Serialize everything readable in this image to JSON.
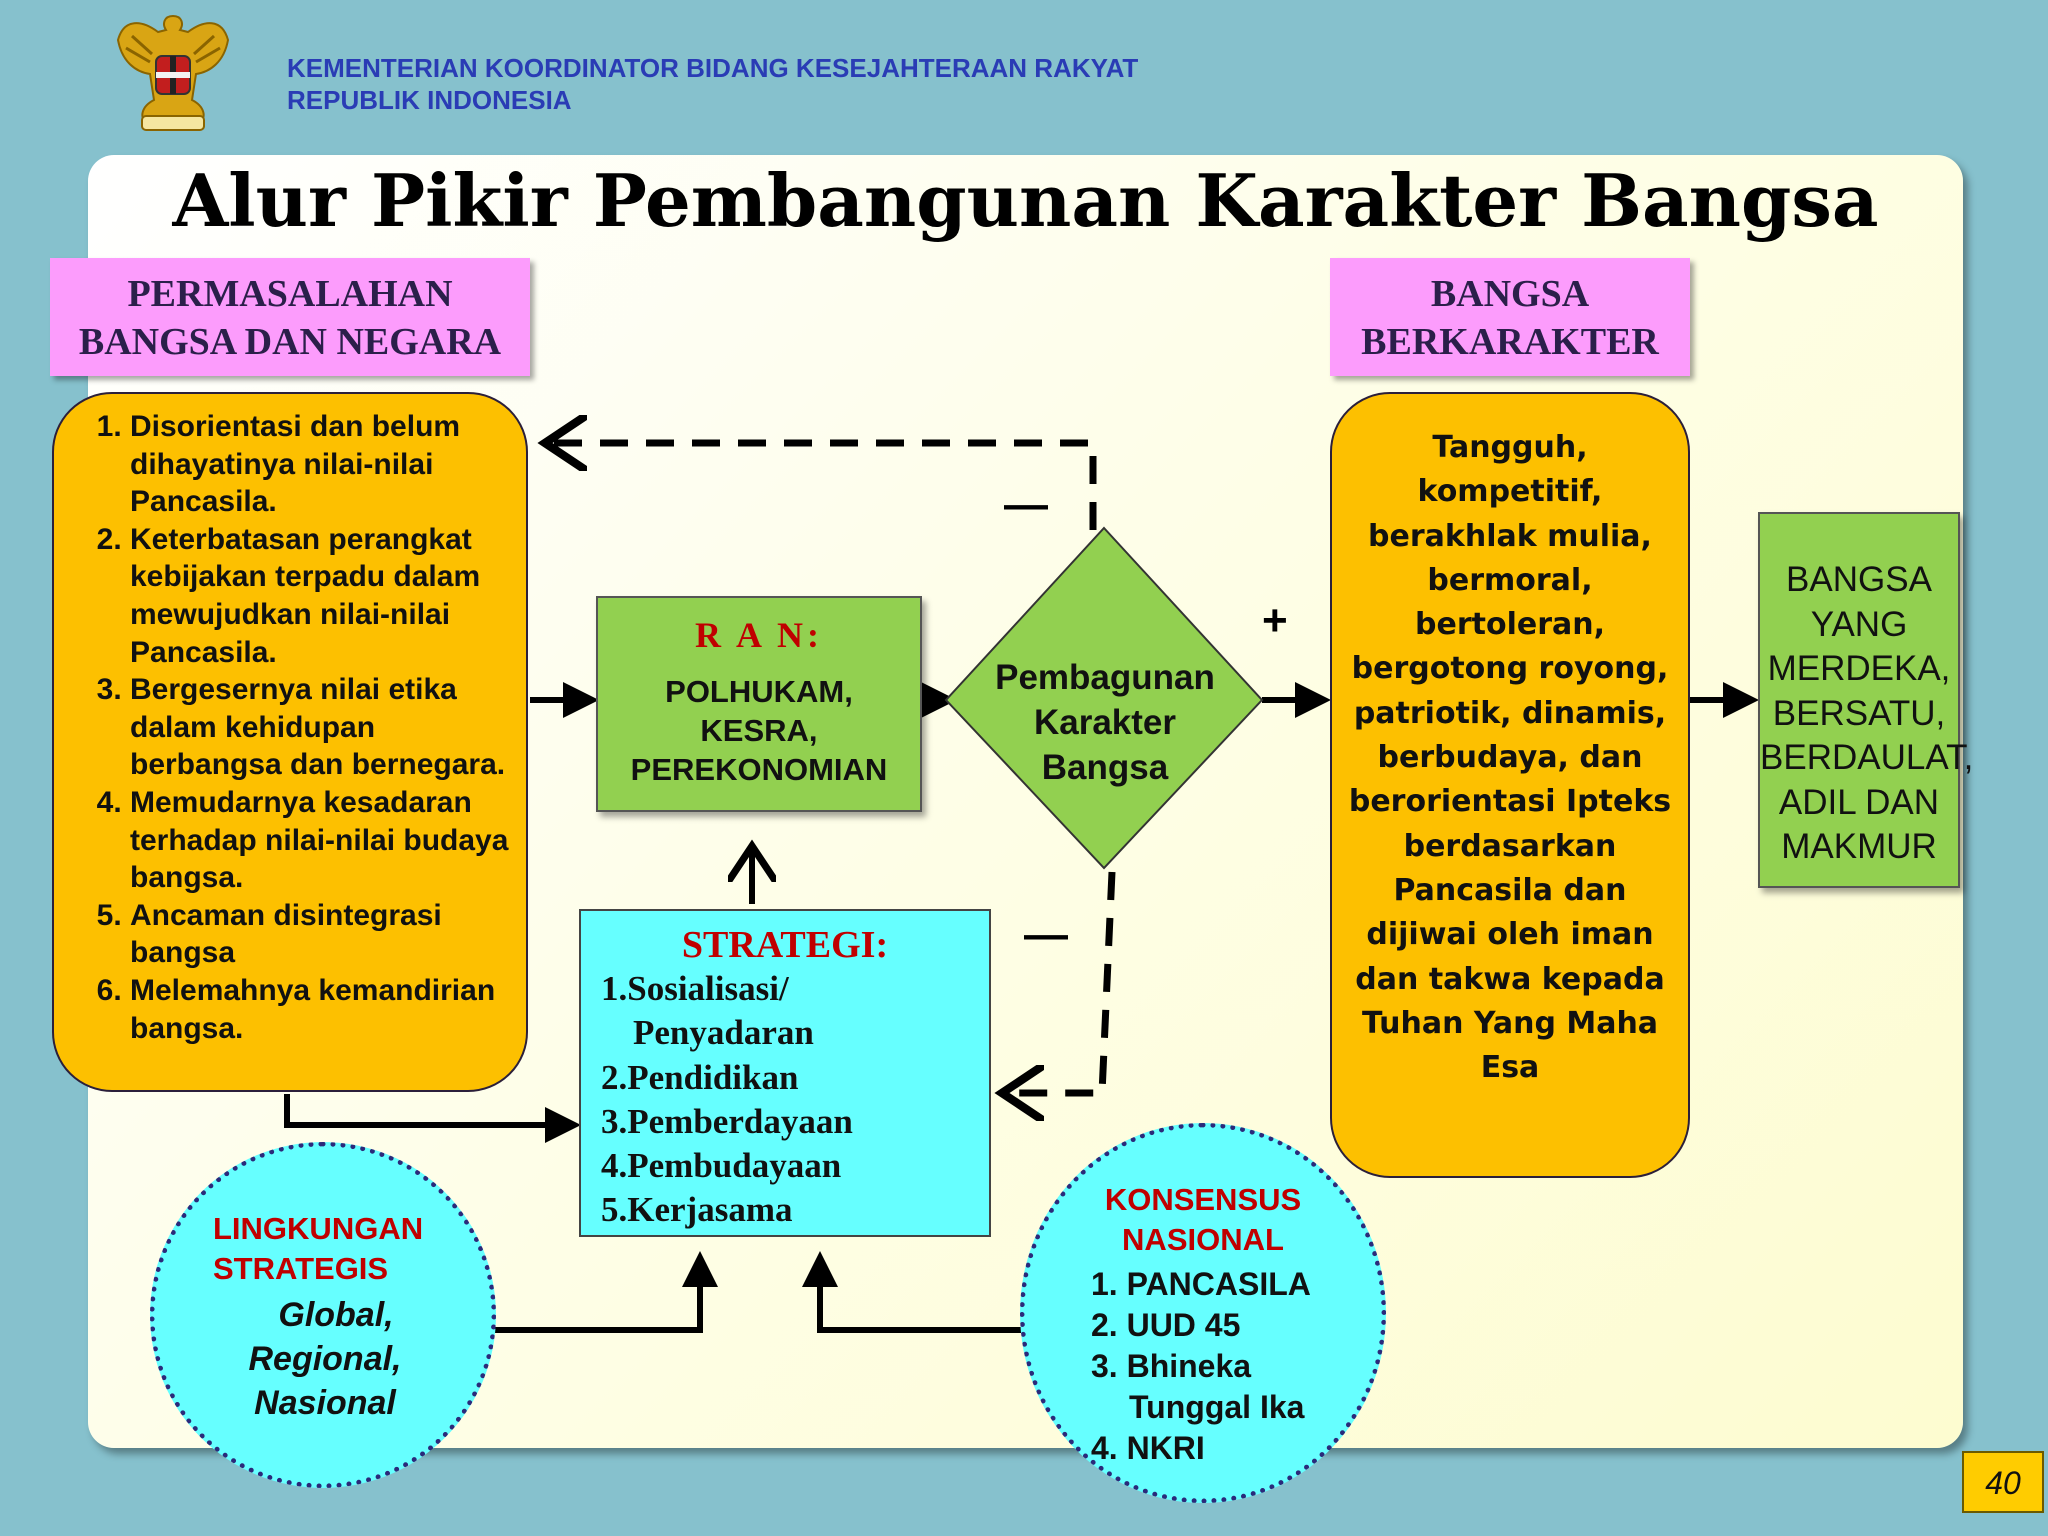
{
  "header": {
    "ministry_line1": "KEMENTERIAN KOORDINATOR BIDANG KESEJAHTERAAN RAKYAT",
    "ministry_line2": "REPUBLIK INDONESIA"
  },
  "title": "Alur Pikir Pembangunan Karakter Bangsa",
  "problems_header": [
    "PERMASALAHAN",
    "BANGSA DAN NEGARA"
  ],
  "problems": [
    "Disorientasi dan belum dihayatinya nilai-nilai Pancasila.",
    "Keterbatasan perangkat kebijakan terpadu dalam mewujudkan nilai-nilai Pancasila.",
    "Bergesernya nilai etika dalam kehidupan berbangsa dan bernegara.",
    "Memudarnya kesadaran terhadap nilai-nilai budaya bangsa.",
    "Ancaman disintegrasi bangsa",
    "Melemahnya kemandirian bangsa."
  ],
  "ran": {
    "title": "R A N:",
    "body": [
      "POLHUKAM,",
      "KESRA,",
      "PEREKONOMIAN"
    ]
  },
  "diamond": [
    "Pembagunan",
    "Karakter",
    "Bangsa"
  ],
  "signs": {
    "minus": "—",
    "plus": "+"
  },
  "result_header": [
    "BANGSA",
    "BERKARAKTER"
  ],
  "traits": [
    "Tangguh,",
    "kompetitif,",
    "berakhlak mulia,",
    "bermoral,",
    "bertoleran,",
    "bergotong royong,",
    "patriotik, dinamis,",
    "berbudaya, dan",
    "berorientasi Ipteks",
    "berdasarkan",
    "Pancasila dan",
    "dijiwai oleh iman",
    "dan takwa kepada",
    "Tuhan Yang Maha",
    "Esa"
  ],
  "goal": [
    "BANGSA",
    "YANG",
    "MERDEKA,",
    "BERSATU,",
    "BERDAULAT,",
    "ADIL DAN",
    "MAKMUR"
  ],
  "strategi": {
    "title": "STRATEGI:",
    "items": [
      "1.Sosialisasi/",
      "Penyadaran",
      "2.Pendidikan",
      "3.Pemberdayaan",
      "4.Pembudayaan",
      "5.Kerjasama"
    ]
  },
  "lingkungan": {
    "title": [
      "LINGKUNGAN",
      "STRATEGIS"
    ],
    "items": [
      "Global,",
      "Regional,",
      "Nasional"
    ]
  },
  "konsensus": {
    "title": [
      "KONSENSUS",
      "NASIONAL"
    ],
    "items": [
      "1. PANCASILA",
      "2. UUD 45",
      "3. Bhineka",
      "Tunggal Ika",
      "4. NKRI"
    ]
  },
  "page_number": "40",
  "colors": {
    "background": "#86c1cd",
    "orange": "#fdc000",
    "green": "#92d050",
    "cyan": "#66ffff",
    "pink": "#fc9cfc",
    "accent_red": "#c00000"
  }
}
